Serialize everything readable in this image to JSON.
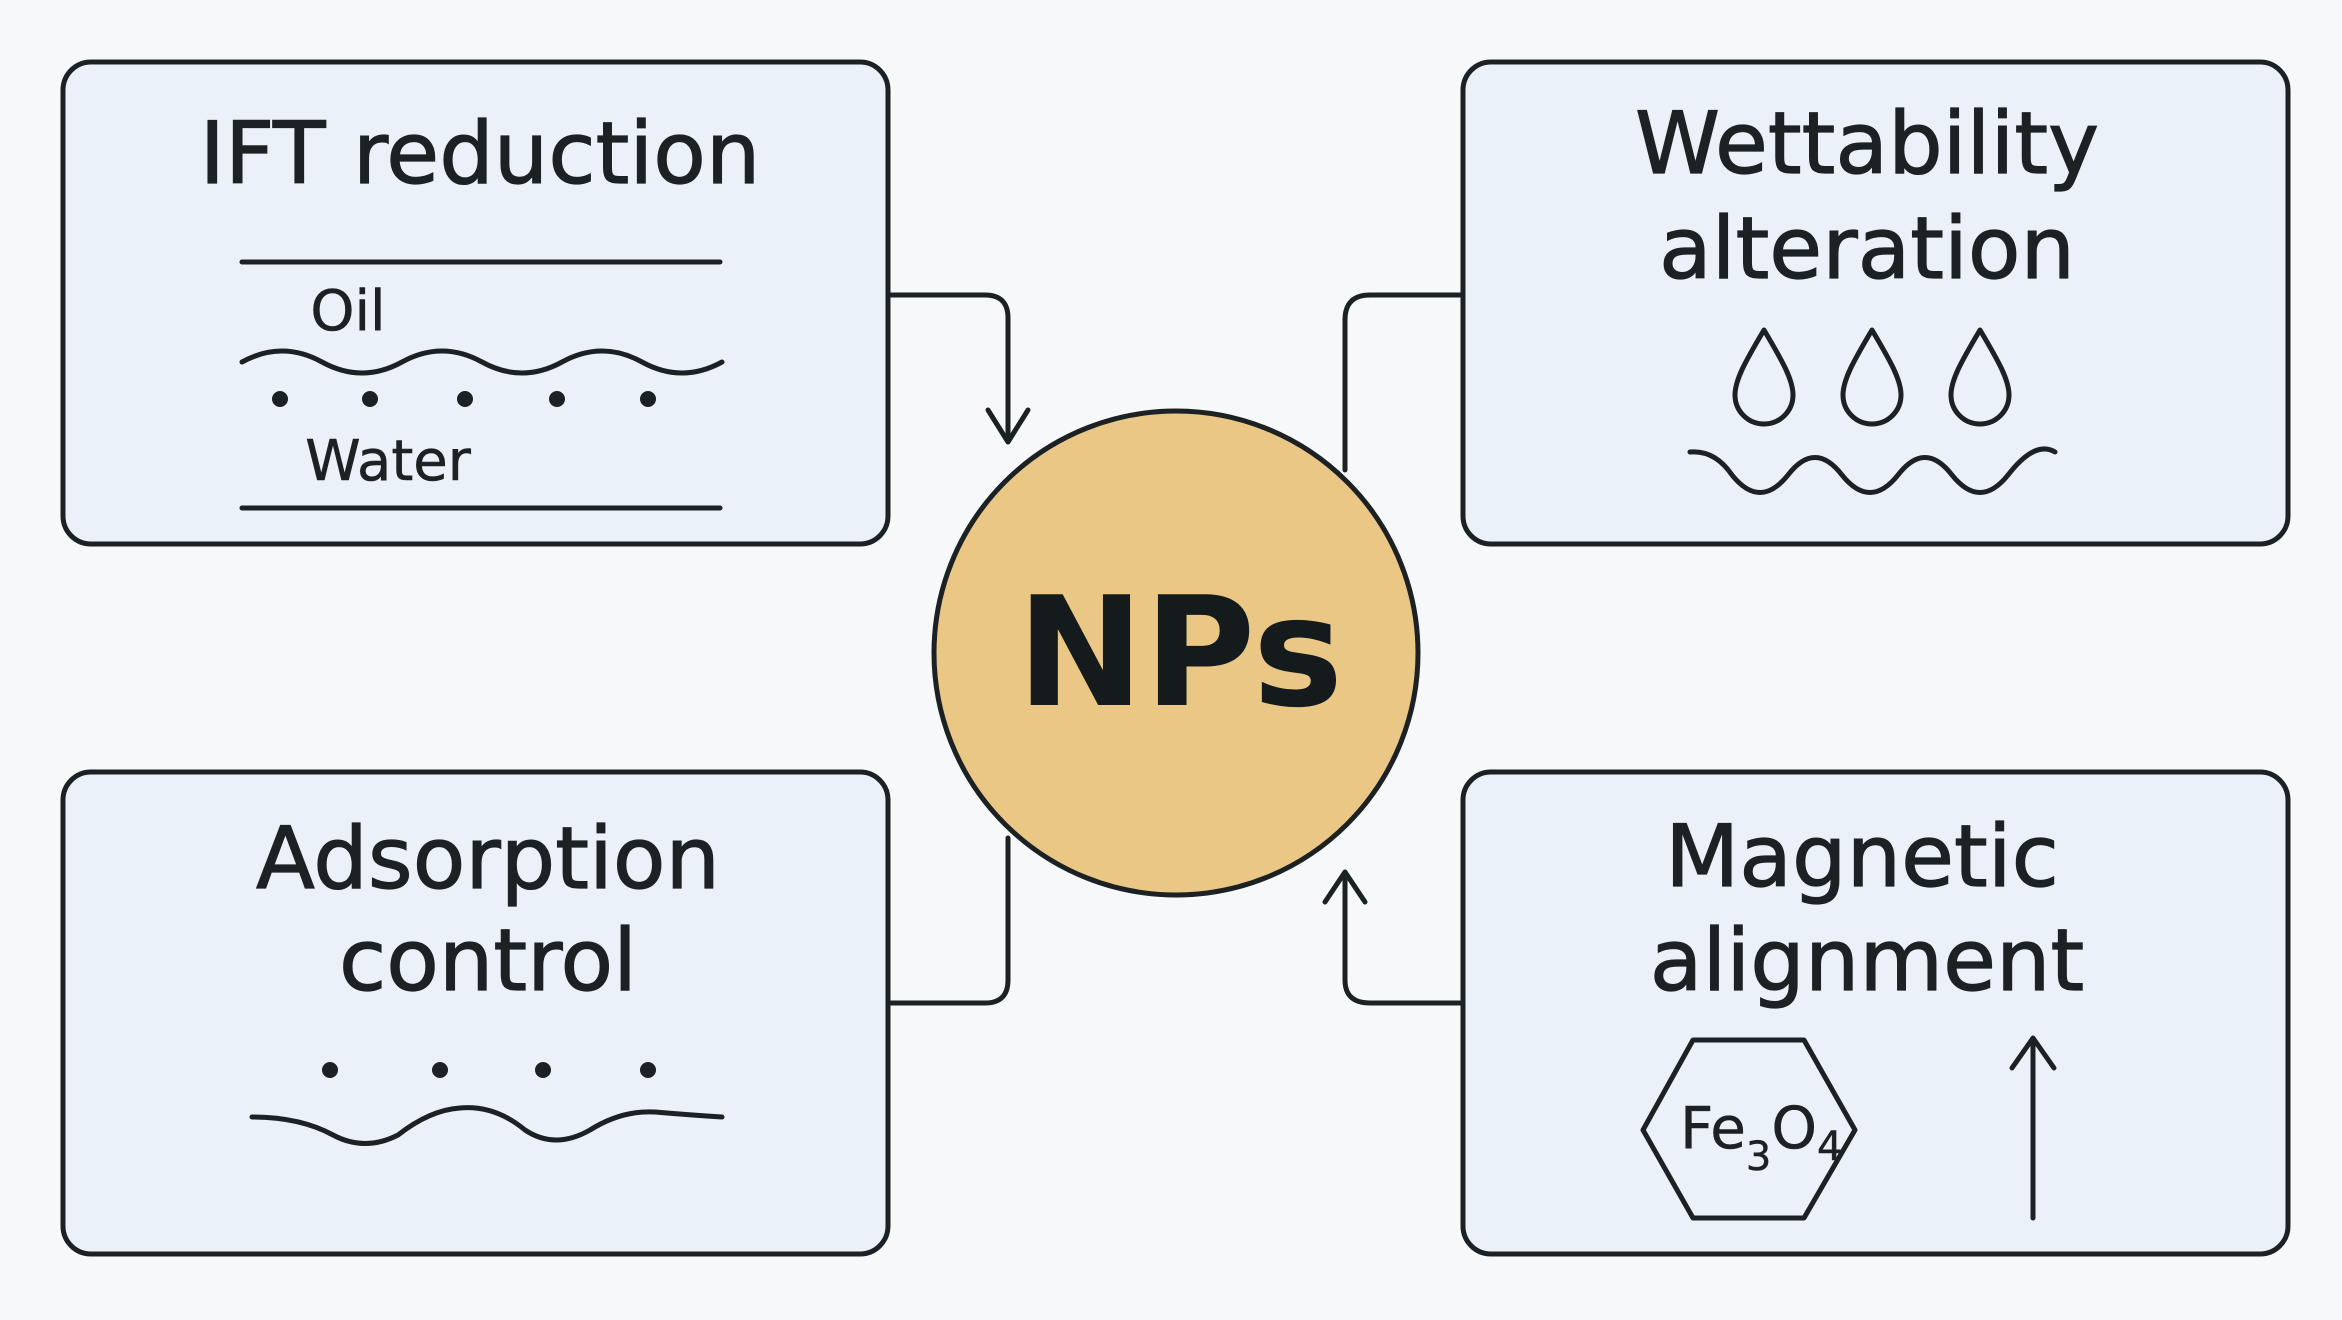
{
  "center": {
    "label": "NPs",
    "color": "#ebc786"
  },
  "boxes": {
    "ift": {
      "title": "IFT reduction",
      "oil_label": "Oil",
      "water_label": "Water"
    },
    "wettability": {
      "title_line1": "Wettability",
      "title_line2": "alteration"
    },
    "adsorption": {
      "title_line1": "Adsorption",
      "title_line2": "control"
    },
    "magnetic": {
      "title_line1": "Magnetic",
      "title_line2": "alignment",
      "formula": {
        "element1": "Fe",
        "sub1": "3",
        "element2": "O",
        "sub2": "4"
      }
    }
  },
  "colors": {
    "box_fill": "#ebf1f8",
    "ink": "#1c2224",
    "background": "#f7f8f9"
  }
}
